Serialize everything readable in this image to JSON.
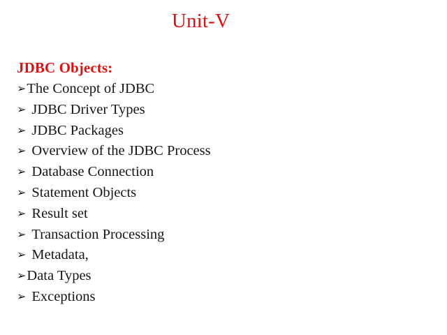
{
  "slide": {
    "title": "Unit-V",
    "title_color": "#dd1111",
    "background_color": "#ffffff",
    "heading": "JDBC Objects:",
    "heading_color": "#dd1111",
    "body_text_color": "#161616",
    "bullet_glyph": "➢",
    "bullets": [
      {
        "text": "The Concept of JDBC",
        "spacing": "tight"
      },
      {
        "text": "JDBC Driver Types",
        "spacing": "loose"
      },
      {
        "text": "JDBC Packages",
        "spacing": "loose"
      },
      {
        "text": "Overview of the JDBC Process",
        "spacing": "loose"
      },
      {
        "text": "Database Connection",
        "spacing": "loose"
      },
      {
        "text": "Statement Objects",
        "spacing": "loose"
      },
      {
        "text": "Result set",
        "spacing": "loose"
      },
      {
        "text": "Transaction Processing",
        "spacing": "loose"
      },
      {
        "text": "Metadata,",
        "spacing": "loose"
      },
      {
        "text": "Data Types",
        "spacing": "tight"
      },
      {
        "text": "Exceptions",
        "spacing": "loose"
      }
    ]
  }
}
